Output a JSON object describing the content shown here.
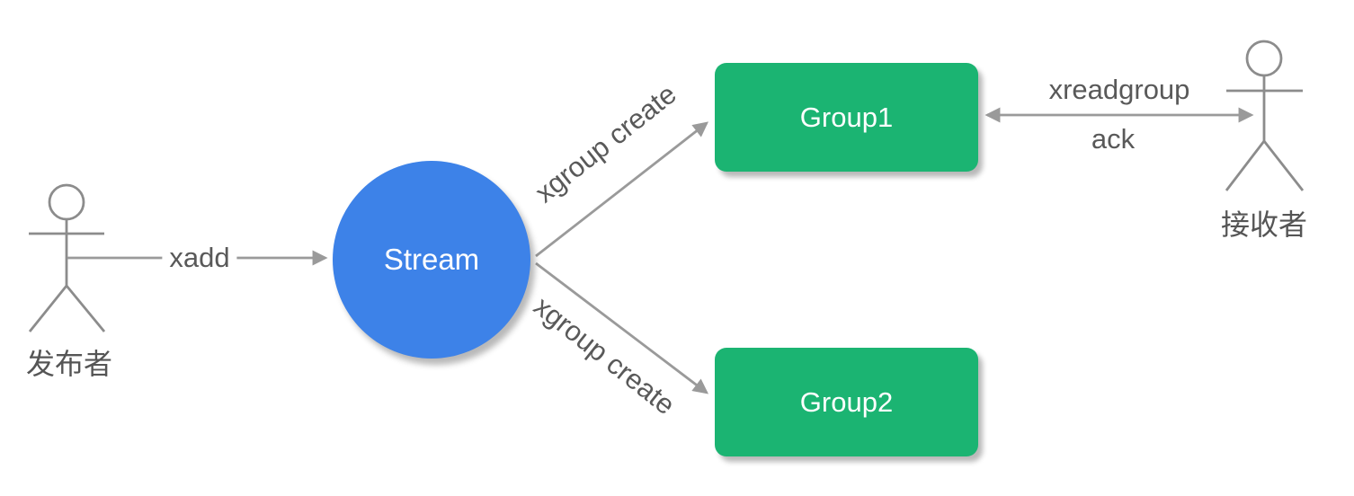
{
  "actors": {
    "publisher": {
      "label": "发布者"
    },
    "receiver": {
      "label": "接收者"
    }
  },
  "nodes": {
    "stream": {
      "label": "Stream",
      "fill": "#3D82E8"
    },
    "group1": {
      "label": "Group1",
      "fill": "#1BB472"
    },
    "group2": {
      "label": "Group2",
      "fill": "#1BB472"
    }
  },
  "edges": {
    "xadd": {
      "label": "xadd"
    },
    "xgroup_top": {
      "label": "xgroup create"
    },
    "xgroup_bottom": {
      "label": "xgroup create"
    },
    "xreadgroup": {
      "label": "xreadgroup"
    },
    "ack": {
      "label": "ack"
    }
  },
  "colors": {
    "stream_blue": "#3D82E8",
    "group_green": "#1BB472",
    "edge_line": "#9A9A9A",
    "figure_line": "#8C8C8C",
    "label_text": "#595959",
    "node_text": "#FFFFFF",
    "background": "#FFFFFF"
  }
}
